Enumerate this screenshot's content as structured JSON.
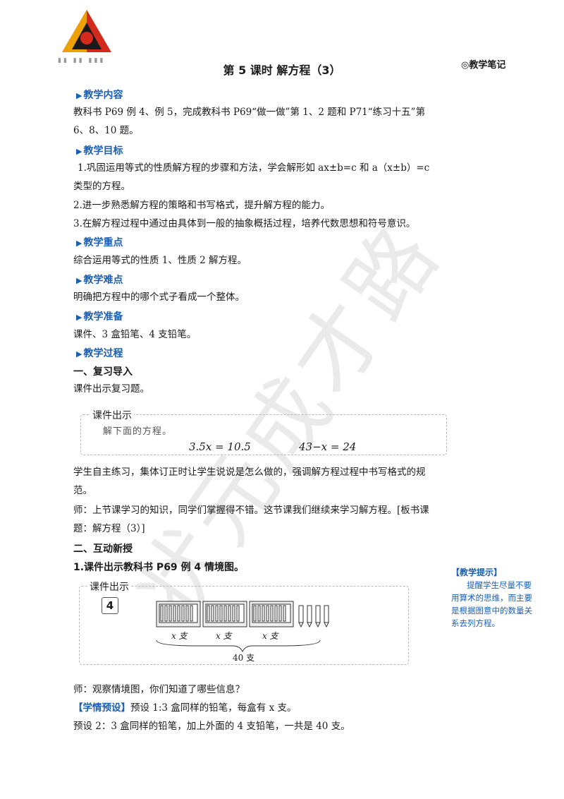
{
  "header": {
    "title": "第 5 课时  解方程（3）",
    "notes_label": "◎教学笔记"
  },
  "watermark": "状元成才路",
  "sections": {
    "content_heading": "教学内容",
    "content_text": "教科书 P69 例 4、例 5，完成教科书 P69“做一做”第 1、2 题和 P71“练习十五”第 6、8、10 题。",
    "goals_heading": "教学目标",
    "goal_1": "1.巩固运用等式的性质解方程的步骤和方法，学会解形如 ax±b=c 和 a（x±b）=c 类型的方程。",
    "goal_2": "2.进一步熟悉解方程的策略和书写格式，提升解方程的能力。",
    "goal_3": "3.在解方程过程中通过由具体到一般的抽象概括过程，培养代数思想和符号意识。",
    "key_heading": "教学重点",
    "key_text": "综合运用等式的性质 1、性质 2 解方程。",
    "difficult_heading": "教学难点",
    "difficult_text": "明确把方程中的哪个式子看成一个整体。",
    "prep_heading": "教学准备",
    "prep_text": "课件、3 盒铅笔、4 支铅笔。",
    "process_heading": "教学过程",
    "part1_title": "一、复习导入",
    "part1_text": "课件出示复习题。",
    "box1_label": "课件出示",
    "box1_instruction": "解下面的方程。",
    "box1_eq1": "3.5x = 10.5",
    "box1_eq2": "43−x = 24",
    "practice_text": "学生自主练习，集体订正时让学生说说是怎么做的，强调解方程过程中书写格式的规范。",
    "teacher_text": "师：上节课学习的知识，同学们掌握得不错。这节课我们继续来学习解方程。[板书课题：解方程（3）]",
    "part2_title": "二、互动新授",
    "part2_sub": "1.课件出示教科书 P69 例 4 情境图。",
    "box2_label": "课件出示",
    "box2_number": "4",
    "box2_x1": "x 支",
    "box2_x2": "x 支",
    "box2_x3": "x 支",
    "box2_total": "40 支",
    "observe_text": "师：观察情境图，你们知道了哪些信息？",
    "preset_label": "【学情预设】",
    "preset1_text": "预设 1:3 盒同样的铅笔，每盒有 x 支。",
    "preset2_text": "预设 2：3 盒同样的铅笔，加上外面的 4 支铅笔，一共是 40 支。"
  },
  "tip": {
    "title": "【教学提示】",
    "body": "提醒学生尽量不要用算术的思维，而主要是根据图意中的数量关系去列方程。"
  },
  "colors": {
    "accent_blue": "#1a5fb4",
    "logo_red": "#d42a1e",
    "logo_yellow": "#f2b600"
  }
}
